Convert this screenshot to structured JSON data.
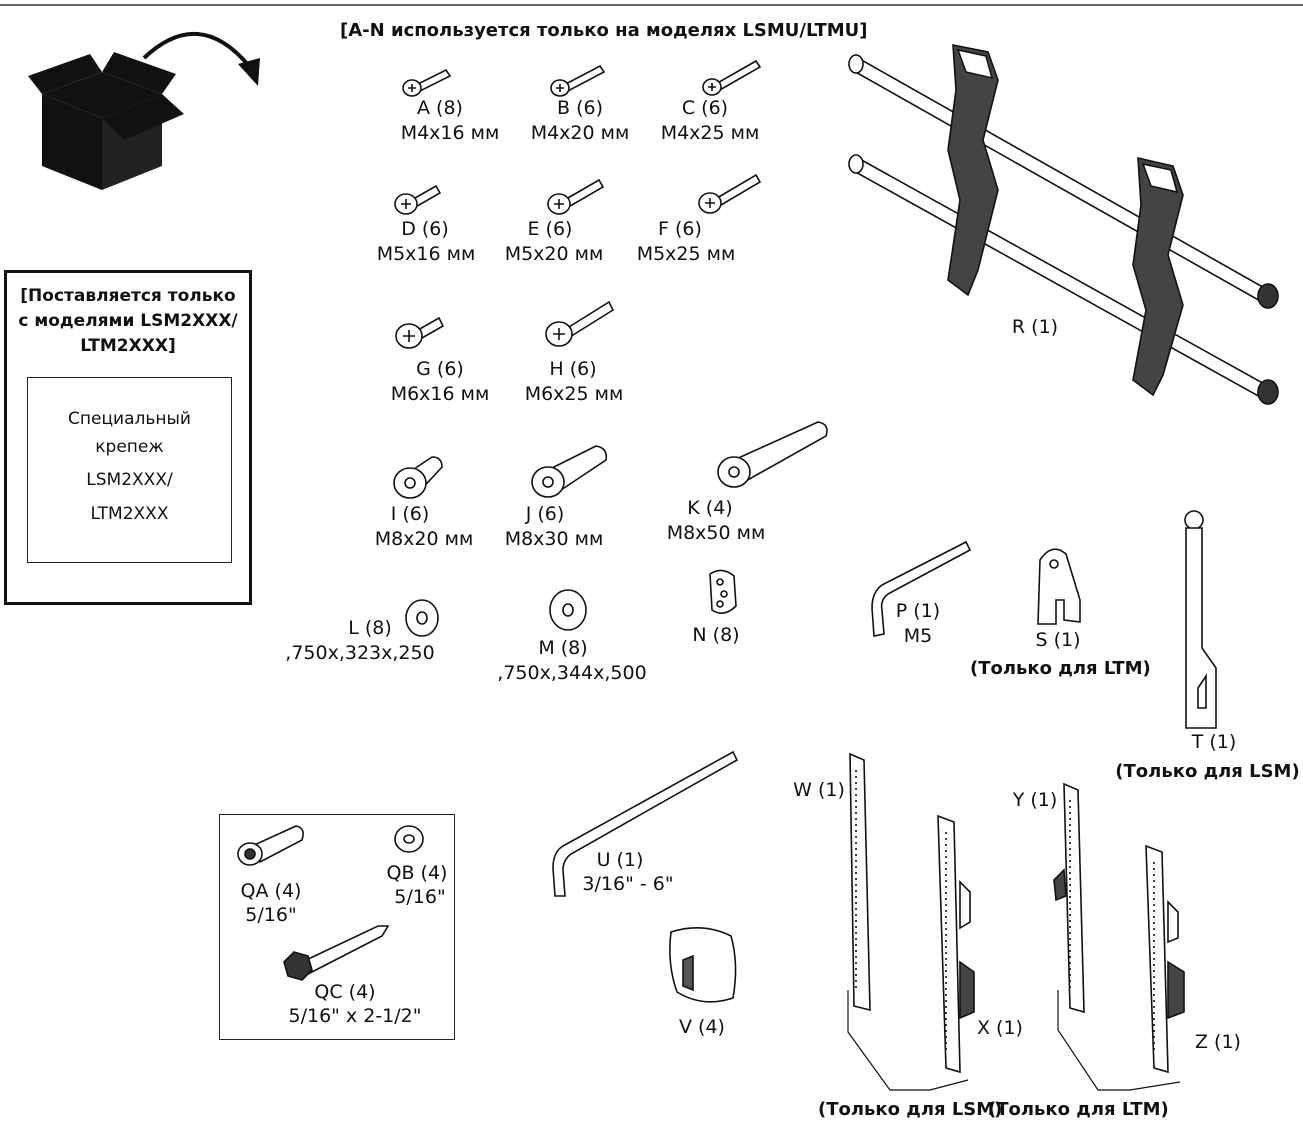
{
  "header": "[A-N используется только на моделях LSMU/LTMU]",
  "supply_box": {
    "title_line1": "[Поставляется только",
    "title_line2": "с моделями LSM2XXX/",
    "title_line3": "LTM2XXX]",
    "inner_line1": "Специальный",
    "inner_line2": "крепеж",
    "inner_line3": "LSM2XXX/",
    "inner_line4": "LTM2XXX"
  },
  "parts": {
    "A": {
      "label": "A (8)",
      "size": "M4x16 мм"
    },
    "B": {
      "label": "B (6)",
      "size": "M4x20 мм"
    },
    "C": {
      "label": "C (6)",
      "size": "M4x25 мм"
    },
    "D": {
      "label": "D (6)",
      "size": "M5x16 мм"
    },
    "E": {
      "label": "E (6)",
      "size": "M5x20 мм"
    },
    "F": {
      "label": "F (6)",
      "size": "M5x25 мм"
    },
    "G": {
      "label": "G (6)",
      "size": "M6x16 мм"
    },
    "H": {
      "label": "H (6)",
      "size": "M6x25 мм"
    },
    "I": {
      "label": "I (6)",
      "size": "M8x20 мм"
    },
    "J": {
      "label": "J (6)",
      "size": "M8x30 мм"
    },
    "K": {
      "label": "K (4)",
      "size": "M8x50 мм"
    },
    "L": {
      "label": "L (8)",
      "size": ",750x,323x,250"
    },
    "M": {
      "label": "M (8)",
      "size": ",750x,344x,500"
    },
    "N": {
      "label": "N (8)"
    },
    "P": {
      "label": "P (1)",
      "size": "M5"
    },
    "R": {
      "label": "R (1)"
    },
    "S": {
      "label": "S (1)",
      "note": "(Только для LTM)"
    },
    "T": {
      "label": "T (1)",
      "note": "(Только для LSM)"
    },
    "QA": {
      "label": "QA (4)",
      "size": "5/16\""
    },
    "QB": {
      "label": "QB (4)",
      "size": "5/16\""
    },
    "QC": {
      "label": "QC (4)",
      "size": "5/16\" x 2-1/2\""
    },
    "U": {
      "label": "U (1)",
      "size": "3/16\" - 6\""
    },
    "V": {
      "label": "V (4)"
    },
    "W": {
      "label": "W (1)"
    },
    "X": {
      "label": "X (1)"
    },
    "Y": {
      "label": "Y (1)"
    },
    "Z": {
      "label": "Z (1)"
    }
  },
  "bottom_notes": {
    "lsm": "(Только для LSM)",
    "ltm": "(Только для LTM)"
  },
  "icons": {
    "open_box": "open-box-icon"
  }
}
